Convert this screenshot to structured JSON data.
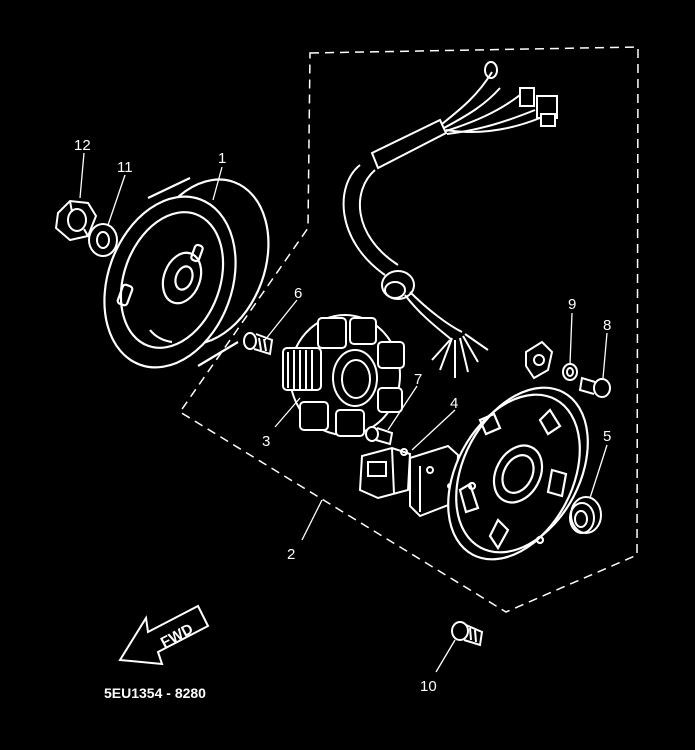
{
  "diagram": {
    "part_labels": {
      "p1": "1",
      "p2": "2",
      "p3": "3",
      "p4": "4",
      "p5": "5",
      "p6": "6",
      "p7": "7",
      "p8": "8",
      "p9": "9",
      "p10": "10",
      "p11": "11",
      "p12": "12"
    },
    "direction_arrow": "FWD",
    "drawing_code": "5EU1354 - 8280",
    "colors": {
      "background": "#000000",
      "line": "#ffffff"
    }
  }
}
